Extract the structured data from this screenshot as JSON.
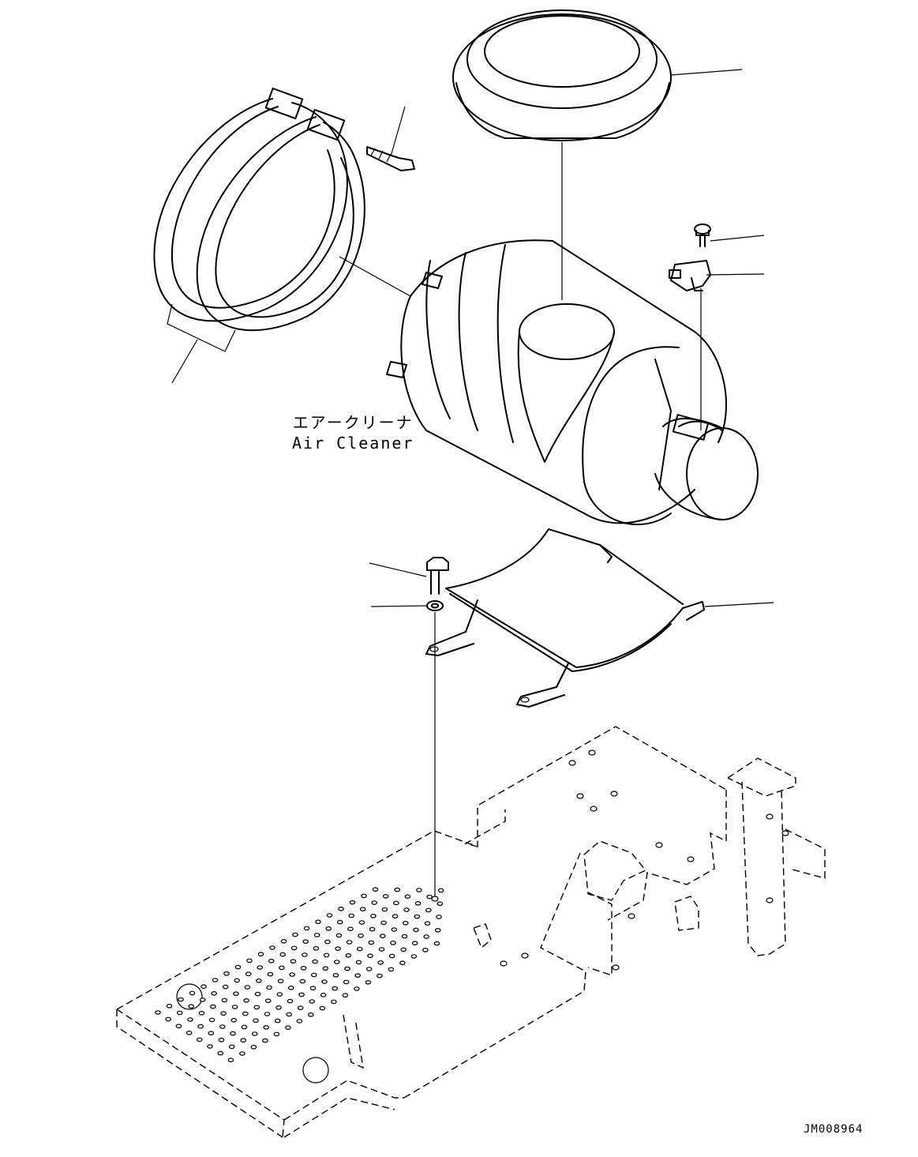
{
  "diagram": {
    "component_label_ja": "エアークリーナ",
    "component_label_en": "Air Cleaner",
    "drawing_id": "JM008964"
  }
}
